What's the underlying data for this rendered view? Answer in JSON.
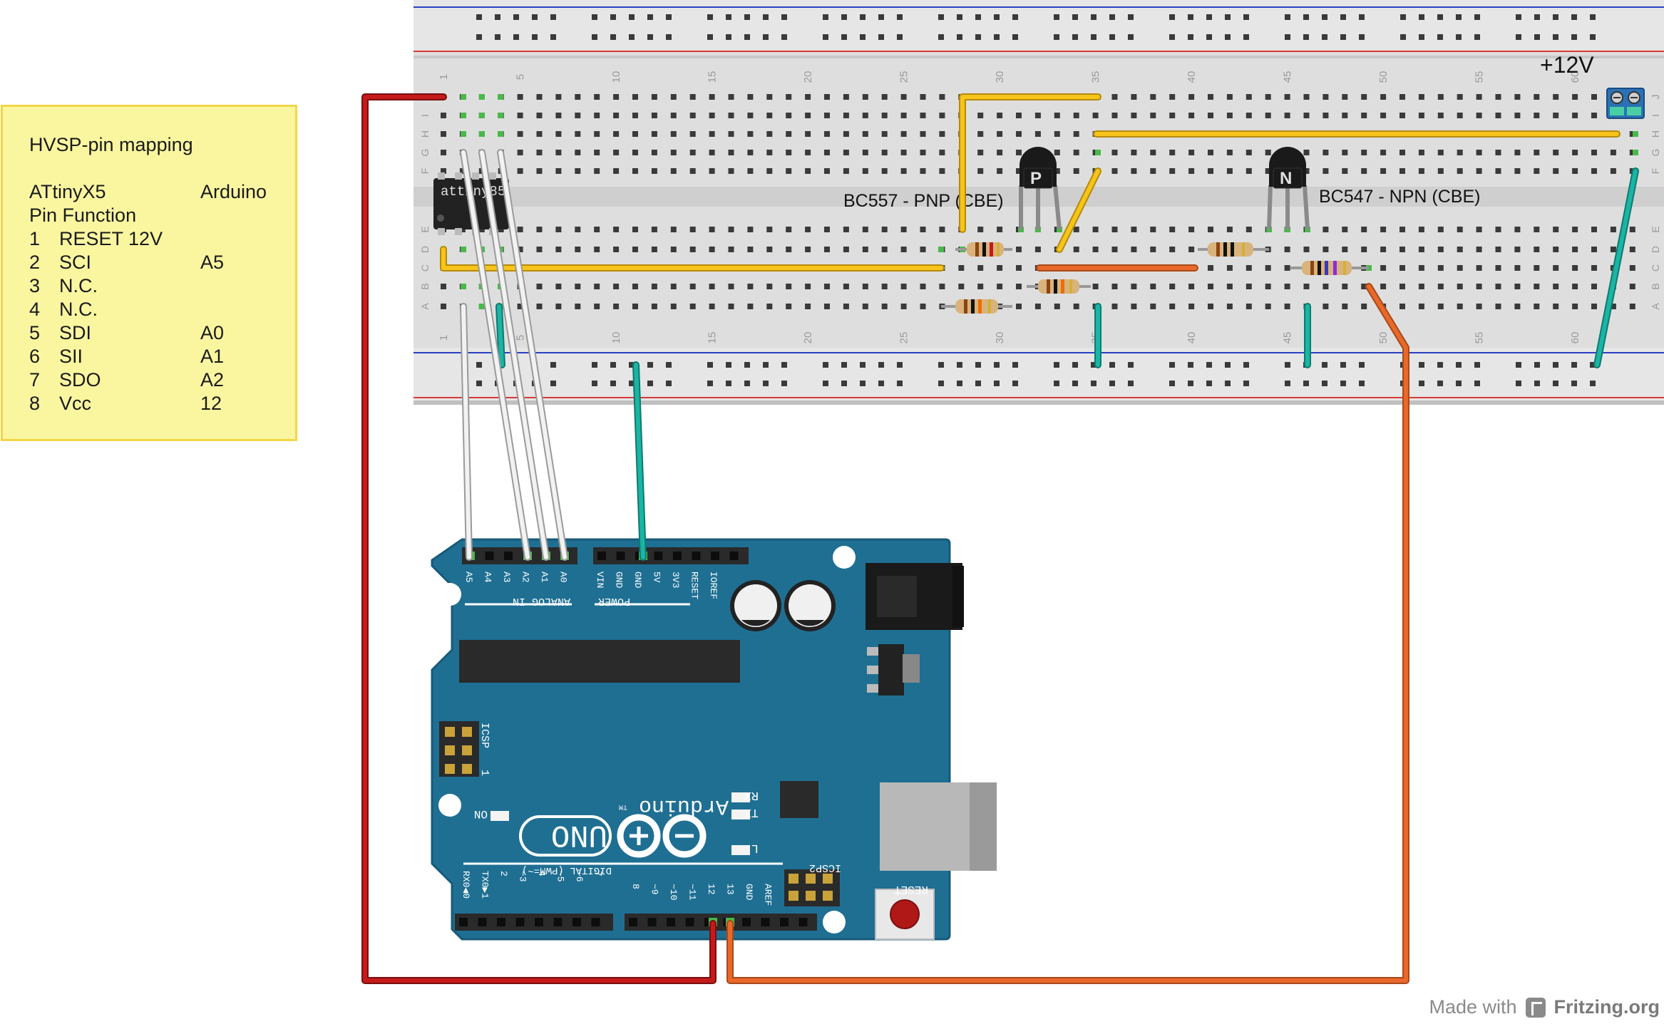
{
  "note": {
    "title": "HVSP-pin mapping",
    "col1_header": "ATtinyX5",
    "col2_header": "Arduino",
    "sub_header": "Pin Function",
    "rows": [
      {
        "pin": "1",
        "function": "RESET 12V",
        "arduino": ""
      },
      {
        "pin": "2",
        "function": "SCI",
        "arduino": "A5"
      },
      {
        "pin": "3",
        "function": "N.C.",
        "arduino": ""
      },
      {
        "pin": "4",
        "function": "N.C.",
        "arduino": ""
      },
      {
        "pin": "5",
        "function": "SDI",
        "arduino": "A0"
      },
      {
        "pin": "6",
        "function": "SII",
        "arduino": "A1"
      },
      {
        "pin": "7",
        "function": "SDO",
        "arduino": "A2"
      },
      {
        "pin": "8",
        "function": "Vcc",
        "arduino": "12"
      }
    ]
  },
  "breadboard": {
    "column_numbers": [
      "1",
      "5",
      "10",
      "15",
      "20",
      "25",
      "30",
      "35",
      "40",
      "45",
      "50",
      "55",
      "60"
    ],
    "row_letters_top": [
      "J",
      "I",
      "H",
      "G",
      "F"
    ],
    "row_letters_bottom": [
      "E",
      "D",
      "C",
      "B",
      "A"
    ]
  },
  "components": {
    "chip_label": "attiny85",
    "pnp_symbol": "P",
    "npn_symbol": "N",
    "pnp_label": "BC557 - PNP (CBE)",
    "npn_label": "BC547 - NPN (CBE)",
    "supply_label": "+12V"
  },
  "arduino": {
    "analog_pins": [
      "A5",
      "A4",
      "A3",
      "A2",
      "A1",
      "A0"
    ],
    "analog_header_label": "ANALOG IN",
    "power_pins": [
      "VIN",
      "GND",
      "GND",
      "5V",
      "3V3",
      "RESET",
      "IOREF"
    ],
    "power_header_label": "POWER",
    "icsp_label": "ICSP",
    "icsp_pin1": "1",
    "on_label": "ON",
    "rx_label": "RX",
    "tx_label": "TX",
    "l_label": "L",
    "brand": "Arduino",
    "tm": "TM",
    "model": "UNO",
    "digital_label": "DIGITAL (PWM=~)",
    "digital_pins_low": [
      "RX0◀0",
      "TX0▶1",
      "2",
      "~3",
      "4",
      "~5",
      "~6",
      "7"
    ],
    "digital_pins_high": [
      "8",
      "~9",
      "~10",
      "~11",
      "12",
      "13",
      "GND",
      "AREF"
    ],
    "icsp2_label": "ICSP2",
    "reset_label": "RESET"
  },
  "footer": {
    "made_with": "Made with",
    "brand": "Fritzing.org"
  },
  "colors": {
    "wire_red": "#c41a1a",
    "wire_yellow": "#f6c41a",
    "wire_orange": "#e8692a",
    "wire_teal": "#1ab5a4",
    "wire_white": "#eeeeee",
    "board_blue": "#1f6f93",
    "breadboard_gray": "#dcdcdc"
  }
}
